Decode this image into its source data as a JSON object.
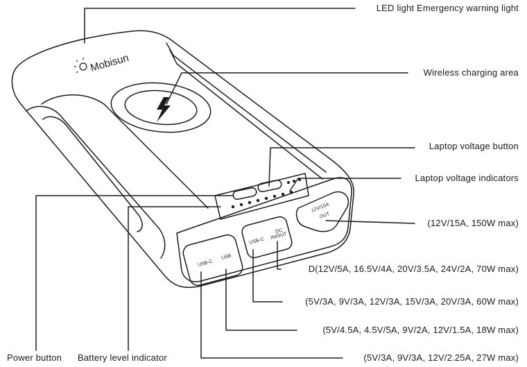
{
  "brand": "Mobisun",
  "labels": {
    "led": "LED light Emergency warning light",
    "wireless": "Wireless charging area",
    "laptop_button": "Laptop voltage button",
    "laptop_indicators": "Laptop voltage indicators",
    "out_12v": "(12V/15A, 150W max)",
    "dc": "D(12V/5A, 16.5V/4A, 20V/3.5A, 24V/2A, 70W max)",
    "usbc_right": "(5V/3A, 9V/3A, 12V/3A, 15V/3A, 20V/3A, 60W max)",
    "usb": "(5V/4.5A, 4.5V/5A, 9V/2A, 12V/1.5A, 18W max)",
    "usbc_left": "(5V/3A, 9V/3A, 12V/2.25A, 27W max)",
    "power_button": "Power button",
    "battery_indicator": "Battery level indicator"
  },
  "ports": {
    "usbc_1": "USB-C",
    "usb": "USB",
    "usbc_2": "USB-C",
    "dc_line1": "DC",
    "dc_line2": "IN/OUT",
    "out_line1": "12V/15A",
    "out_line2": "OUT"
  }
}
